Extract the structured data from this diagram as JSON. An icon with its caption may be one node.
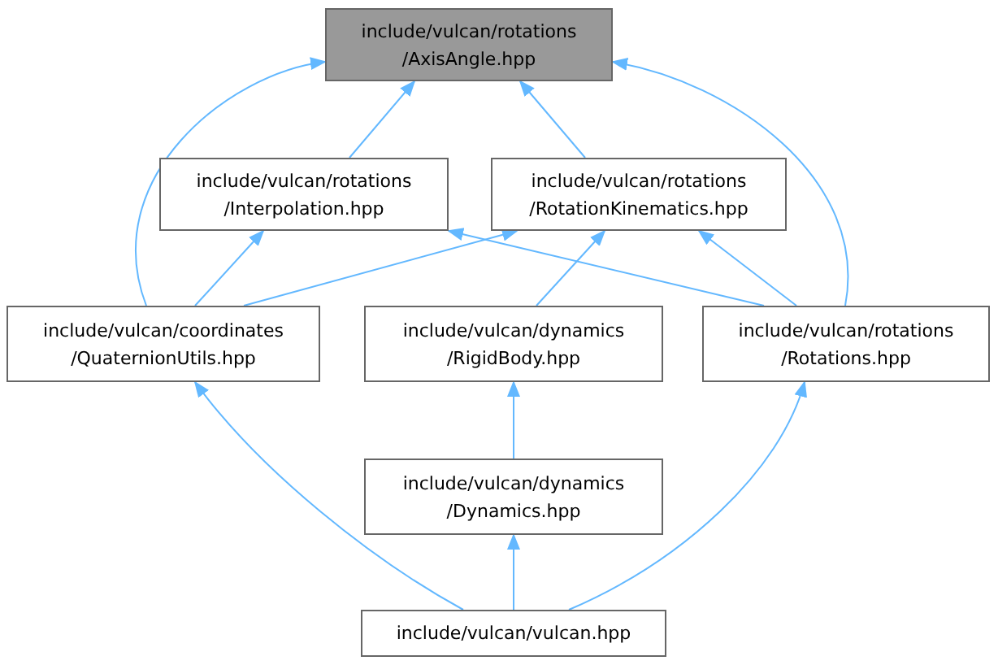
{
  "diagram": {
    "nodes": [
      {
        "text": [
          "include/vulcan/rotations /AxisAngle.hpp"
        ]
      },
      {
        "text": [
          "include/vulcan/rotations /Interpolation.hpp"
        ]
      },
      {
        "text": [
          "include/vulcan/rotations /RotationKinematics.hpp"
        ]
      },
      {
        "text": [
          "include/vulcan/coordinates /QuaternionUtils.hpp"
        ]
      },
      {
        "text": [
          "include/vulcan/dynamics /RigidBody.hpp"
        ]
      },
      {
        "text": [
          "include/vulcan/rotations /Rotations.hpp"
        ]
      },
      {
        "text": [
          "include/vulcan/dynamics /Dynamics.hpp"
        ]
      },
      {
        "text": [
          "include/vulcan/vulcan.hpp"
        ]
      }
    ],
    "edges": [
      {
        "from": 1,
        "to": 0,
        "arrow": "to"
      },
      {
        "from": 2,
        "to": 0,
        "arrow": "to"
      },
      {
        "from": 3,
        "to": 0,
        "arrow": "to"
      },
      {
        "from": 5,
        "to": 0,
        "arrow": "to"
      },
      {
        "from": 3,
        "to": 1,
        "arrow": "to"
      },
      {
        "from": 5,
        "to": 1,
        "arrow": "to"
      },
      {
        "from": 3,
        "to": 2,
        "arrow": "to"
      },
      {
        "from": 4,
        "to": 2,
        "arrow": "to"
      },
      {
        "from": 5,
        "to": 2,
        "arrow": "to"
      },
      {
        "from": 6,
        "to": 4,
        "arrow": "to"
      },
      {
        "from": 7,
        "to": 6,
        "arrow": "to"
      },
      {
        "from": 7,
        "to": 3,
        "arrow": "to"
      },
      {
        "from": 7,
        "to": 5,
        "arrow": "to"
      }
    ]
  }
}
